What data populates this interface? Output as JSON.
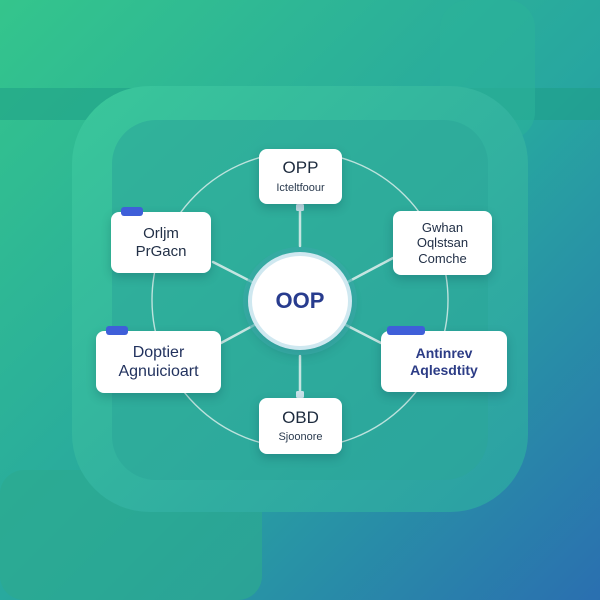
{
  "colors": {
    "background_start": "#34c58c",
    "background_end": "#2a6fb0",
    "panel": "#2fb596",
    "connector": "#d6ece9",
    "node": "#ffffff",
    "tab_accent": "#3f5fd9",
    "center_text": "#283c8e"
  },
  "diagram": {
    "center": {
      "label": "OOP"
    },
    "nodes": [
      {
        "id": "top",
        "lines": [
          "OPP",
          "Icteltfoour"
        ]
      },
      {
        "id": "left-upper",
        "lines": [
          "Orljm",
          "PrGacn"
        ],
        "tab": true
      },
      {
        "id": "right-upper",
        "lines": [
          "Gwhan",
          "Oqlstsan",
          "Comche"
        ]
      },
      {
        "id": "left-lower",
        "lines": [
          "Doptier",
          "Agnuicioart"
        ],
        "tab": true
      },
      {
        "id": "right-lower",
        "lines": [
          "Antinrev",
          "Aqlesdtity"
        ],
        "tab": true
      },
      {
        "id": "bottom",
        "lines": [
          "OBD",
          "Sjoonore"
        ]
      }
    ]
  }
}
